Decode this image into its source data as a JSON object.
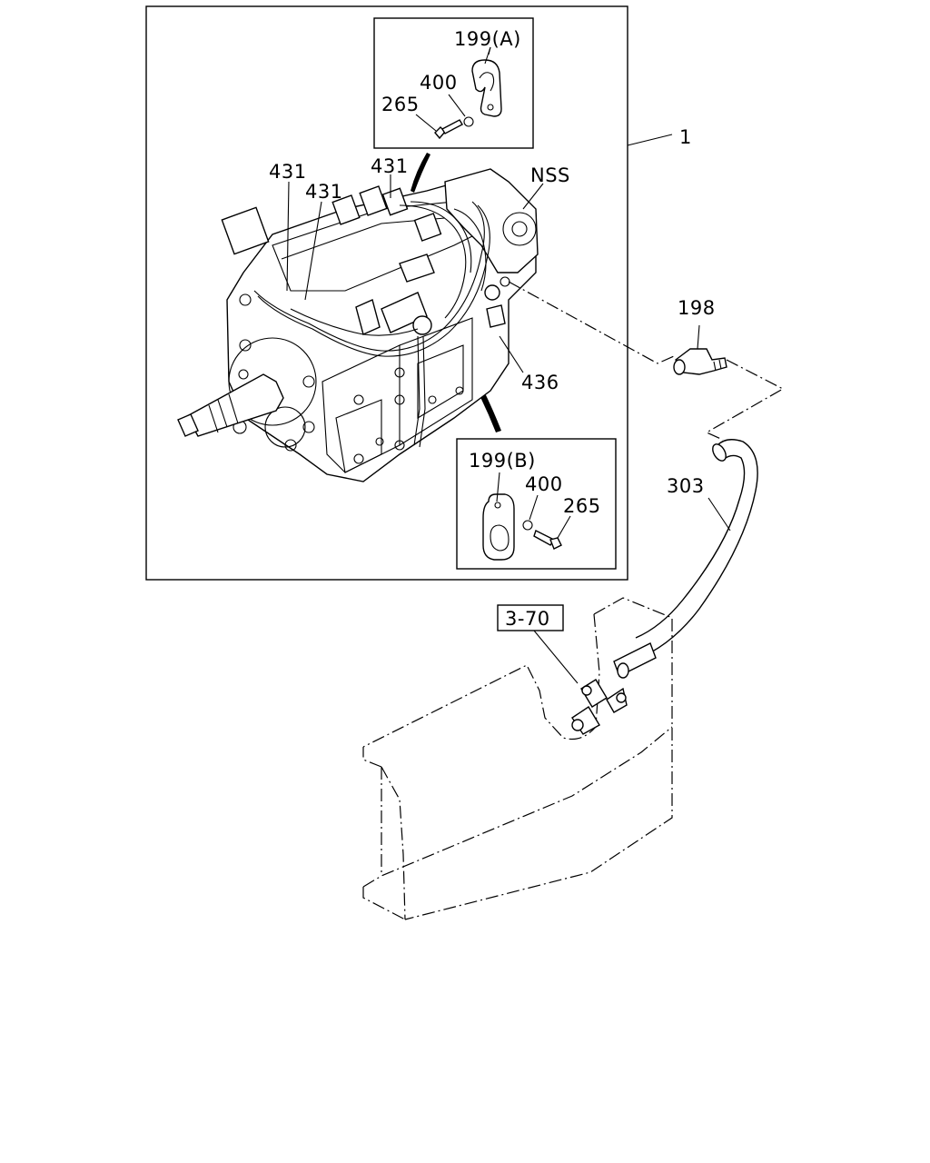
{
  "callouts": {
    "assembly": "1",
    "clip_a": "199(A)",
    "clip_b": "199(B)",
    "washer_a": "400",
    "washer_b": "400",
    "bolt_a": "265",
    "bolt_b": "265",
    "hose_431_left": "431",
    "hose_431_mid": "431",
    "hose_431_top": "431",
    "nss": "NSS",
    "hose_436": "436",
    "elbow": "198",
    "hose_303": "303",
    "ref": "3-70"
  }
}
